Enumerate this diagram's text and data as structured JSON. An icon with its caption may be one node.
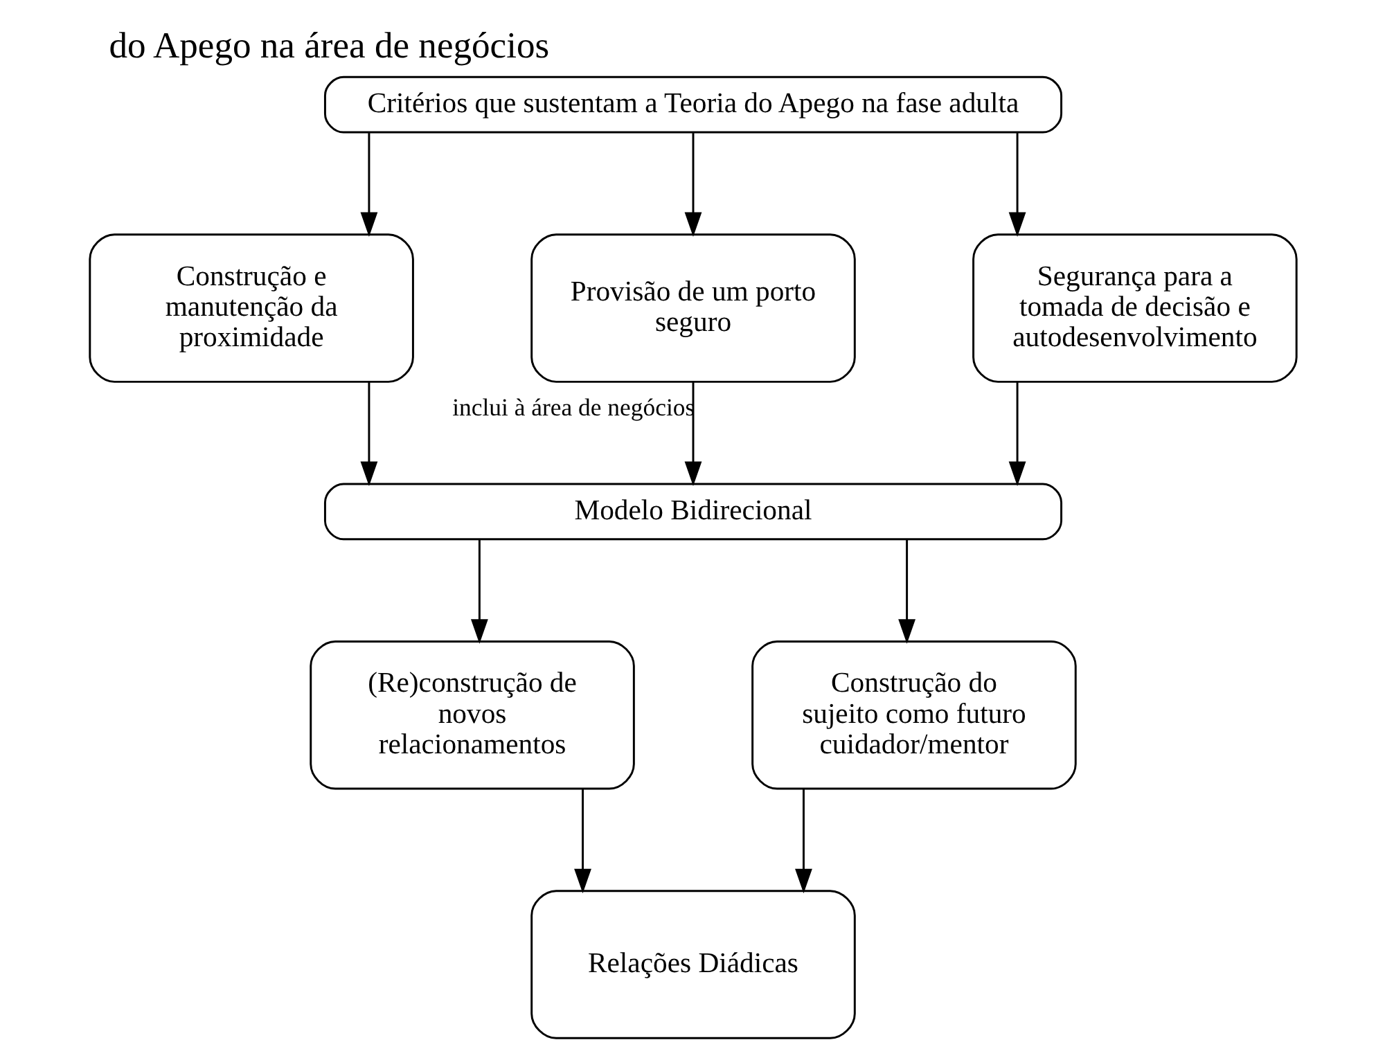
{
  "diagram": {
    "title": "do Apego na área de negócios",
    "nodes": [
      {
        "text": [
          "Critérios que sustentam a Teoria do Apego na fase adulta"
        ]
      },
      {
        "text": [
          "Construção e manutenção da proximidade"
        ]
      },
      {
        "text": [
          "Provisão de um porto seguro"
        ]
      },
      {
        "text": [
          "Segurança para a tomada de decisão e autodesenvolvimento"
        ]
      },
      {
        "text": [
          "Modelo Bidirecional"
        ]
      },
      {
        "text": [
          "(Re)construção de novos relacionamentos"
        ]
      },
      {
        "text": [
          "Construção do sujeito como futuro cuidador/mentor"
        ]
      },
      {
        "text": [
          "Relações Diádicas"
        ]
      }
    ],
    "edges": [
      {
        "from": 0,
        "to": 1,
        "arrow": "to"
      },
      {
        "from": 0,
        "to": 2,
        "arrow": "to"
      },
      {
        "from": 0,
        "to": 3,
        "arrow": "to"
      },
      {
        "from": 1,
        "to": 4,
        "arrow": "to"
      },
      {
        "from": 2,
        "to": 4,
        "arrow": "to",
        "label": "inclui à área de negócios"
      },
      {
        "from": 3,
        "to": 4,
        "arrow": "to"
      },
      {
        "from": 4,
        "to": 5,
        "arrow": "to"
      },
      {
        "from": 4,
        "to": 6,
        "arrow": "to"
      },
      {
        "from": 5,
        "to": 7,
        "arrow": "to"
      },
      {
        "from": 6,
        "to": 7,
        "arrow": "to"
      }
    ]
  }
}
